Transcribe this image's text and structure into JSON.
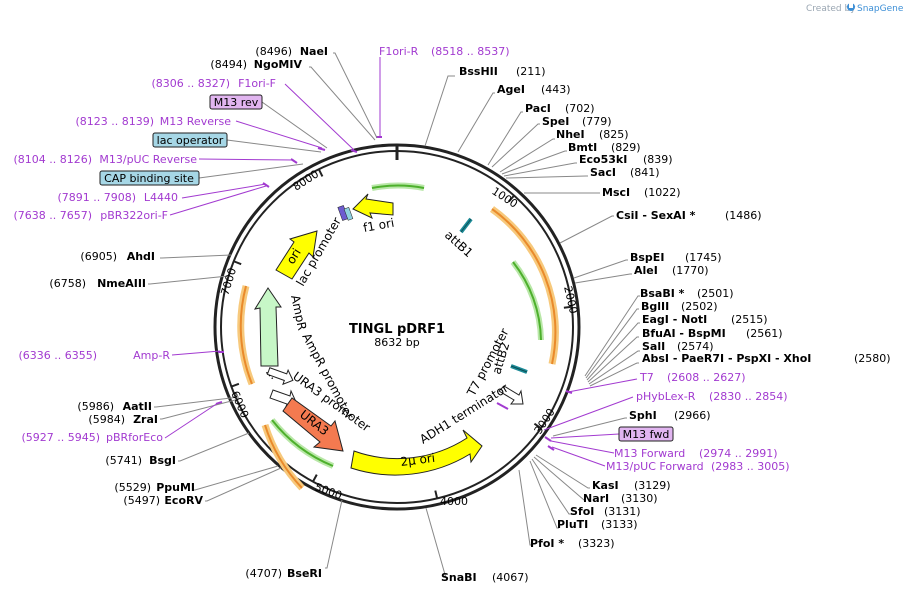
{
  "header": {
    "created_by": "Created by",
    "brand": "SnapGene",
    "brand_icon": "snapgene-logo-icon"
  },
  "map": {
    "title": "TINGL  pDRF1",
    "length": "8632 bp",
    "ruler_ticks": [
      "1000",
      "2000",
      "3000",
      "4000",
      "5000",
      "6000",
      "7000",
      "8000"
    ]
  },
  "sites_right": [
    {
      "name": "BssHII",
      "pos": "(211)"
    },
    {
      "name": "AgeI",
      "pos": "(443)"
    },
    {
      "name": "PacI",
      "pos": "(702)"
    },
    {
      "name": "SpeI",
      "pos": "(779)"
    },
    {
      "name": "NheI",
      "pos": "(825)"
    },
    {
      "name": "BmtI",
      "pos": "(829)"
    },
    {
      "name": "Eco53kI",
      "pos": "(839)"
    },
    {
      "name": "SacI",
      "pos": "(841)"
    },
    {
      "name": "MscI",
      "pos": "(1022)"
    },
    {
      "name": "CsiI  - SexAI *",
      "pos": "(1486)"
    },
    {
      "name": "BspEI",
      "pos": "(1745)"
    },
    {
      "name": "AleI",
      "pos": "(1770)"
    },
    {
      "name": "BsaBI *",
      "pos": "(2501)"
    },
    {
      "name": "BglII",
      "pos": "(2502)"
    },
    {
      "name": "EagI  - NotI",
      "pos": "(2515)"
    },
    {
      "name": "BfuAI  - BspMI",
      "pos": "(2561)"
    },
    {
      "name": "SalI",
      "pos": "(2574)"
    },
    {
      "name": "AbsI  - PaeR7I  - PspXI  - XhoI",
      "pos": "(2580)"
    },
    {
      "name": "SphI",
      "pos": "(2966)"
    },
    {
      "name": "KasI",
      "pos": "(3129)"
    },
    {
      "name": "NarI",
      "pos": "(3130)"
    },
    {
      "name": "SfoI",
      "pos": "(3131)"
    },
    {
      "name": "PluTI",
      "pos": "(3133)"
    },
    {
      "name": "PfoI *",
      "pos": "(3323)"
    },
    {
      "name": "SnaBI",
      "pos": "(4067)"
    }
  ],
  "sites_left": [
    {
      "name": "NaeI",
      "pos": "(8496)"
    },
    {
      "name": "NgoMIV",
      "pos": "(8494)"
    },
    {
      "name": "AhdI",
      "pos": "(6905)"
    },
    {
      "name": "NmeAIII",
      "pos": "(6758)"
    },
    {
      "name": "AatII",
      "pos": "(5986)"
    },
    {
      "name": "ZraI",
      "pos": "(5984)"
    },
    {
      "name": "BsgI",
      "pos": "(5741)"
    },
    {
      "name": "PpuMI",
      "pos": "(5529)"
    },
    {
      "name": "EcoRV",
      "pos": "(5497)"
    },
    {
      "name": "BseRI",
      "pos": "(4707)"
    }
  ],
  "primers": [
    {
      "name": "F1ori-R",
      "range": "(8518 .. 8537)"
    },
    {
      "name": "F1ori-F",
      "range": "(8306 .. 8327)"
    },
    {
      "name": "M13 Reverse",
      "range": "(8123 .. 8139)"
    },
    {
      "name": "M13/pUC Reverse",
      "range": "(8104 .. 8126)"
    },
    {
      "name": "L4440",
      "range": "(7891 .. 7908)"
    },
    {
      "name": "pBR322ori-F",
      "range": "(7638 .. 7657)"
    },
    {
      "name": "Amp-R",
      "range": "(6336 .. 6355)"
    },
    {
      "name": "pBRforEco",
      "range": "(5927 .. 5945)"
    },
    {
      "name": "T7",
      "range": "(2608 .. 2627)"
    },
    {
      "name": "pHybLex-R",
      "range": "(2830 .. 2854)"
    },
    {
      "name": "M13 Forward",
      "range": "(2974 .. 2991)"
    },
    {
      "name": "M13/pUC Forward",
      "range": "(2983 .. 3005)"
    }
  ],
  "boxed_labels": [
    {
      "text": "M13 rev",
      "fill": "#e1b5f0"
    },
    {
      "text": "lac operator",
      "fill": "#a6d7e6"
    },
    {
      "text": "CAP binding site",
      "fill": "#a6d7e6"
    },
    {
      "text": "M13 fwd",
      "fill": "#e1b5f0"
    }
  ],
  "features": {
    "f1_ori": "f1 ori",
    "lac_promoter": "lac promoter",
    "ori": "ori",
    "ampr": "AmpR",
    "ampr_promoter": "AmpR promoter",
    "ura3_promoter": "URA3 promoter",
    "ura3": "URA3",
    "two_micron_ori": "2μ ori",
    "adh1_terminator": "ADH1 terminator",
    "t7_promoter": "T7 promoter",
    "attb1": "attB1",
    "attb2": "attB2",
    "ampr_ellipsis": "..."
  },
  "colors": {
    "backbone": "#222222",
    "yellow": "#ffff00",
    "orange_arc": "#e98a2b",
    "green_arc": "#4db02c",
    "primer_purple": "#a23ad0",
    "ura3_fill": "#f47a50",
    "ampr_fill": "#c7f7c7",
    "teal": "#1b8a96"
  }
}
